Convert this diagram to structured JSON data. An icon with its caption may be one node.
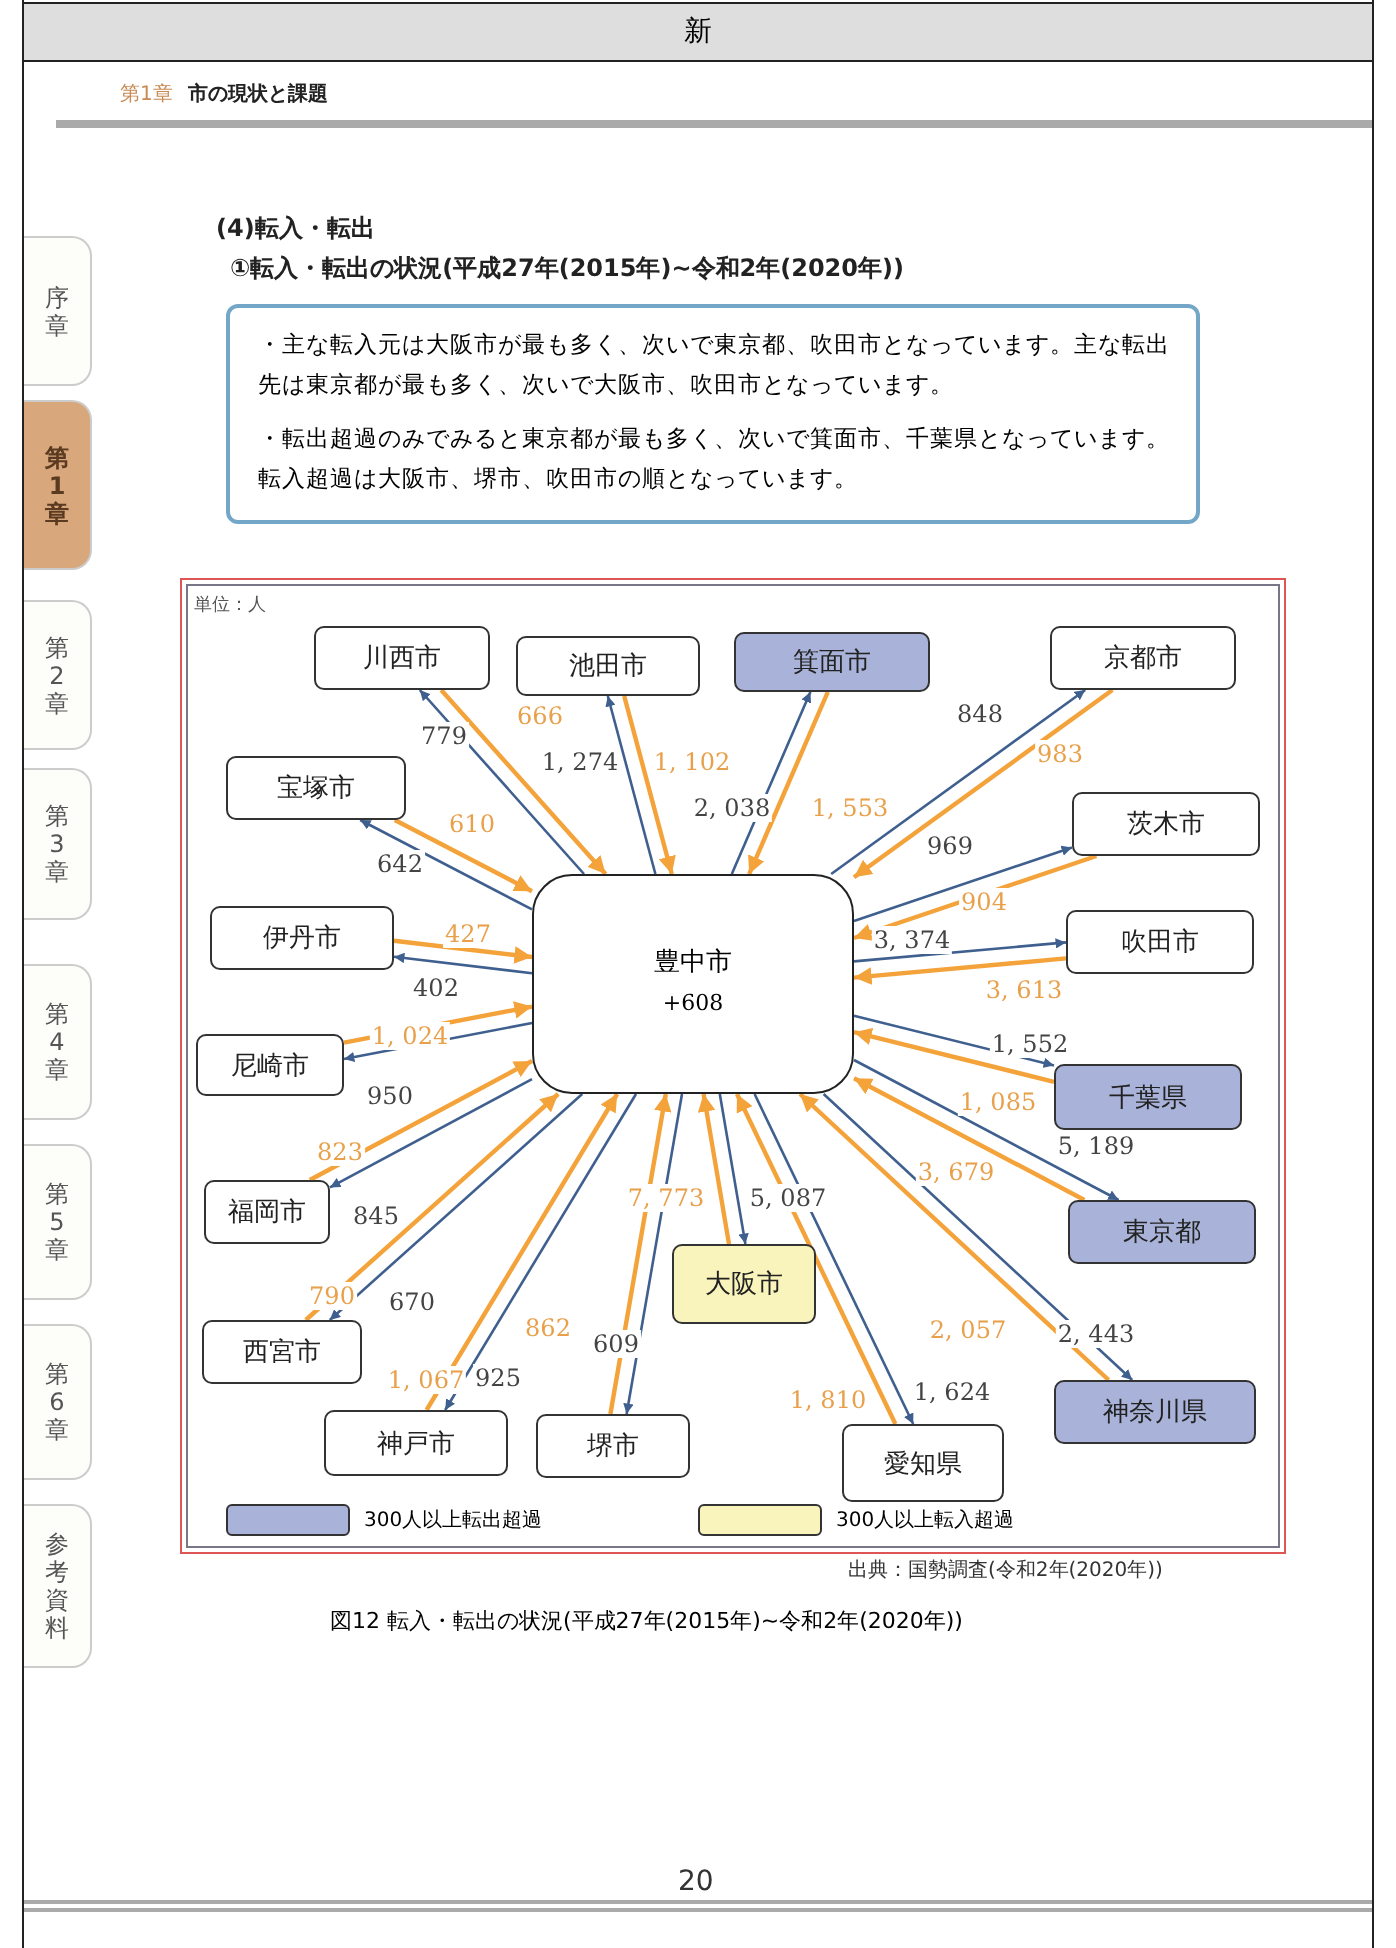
{
  "diagram": {
    "caption": "図12 転入・転出の状況(平成27年(2015年)~令和2年(2020年))",
    "nodes": [
      {
        "text": [
          "新"
        ]
      },
      {
        "text": [
          "序章"
        ]
      },
      {
        "text": [
          "第1章"
        ]
      },
      {
        "text": [
          "第2章"
        ]
      },
      {
        "text": [
          "第3章"
        ]
      },
      {
        "text": [
          "第4章"
        ]
      },
      {
        "text": [
          "第5章"
        ]
      },
      {
        "text": [
          "第6章"
        ]
      },
      {
        "text": [
          "参考資料"
        ]
      },
      {
        "text": [
          "・主な転入元は大阪市が最も多く、次いで東京都、吹田市となっています。主な転出先は東京都が最も多く、次いで大阪市、吹田市となっています。",
          "・転出超過のみでみると東京都が最も多く、次いで箕面市、千葉県となっています。転入超過は大阪市、堺市、吹田市の順となっています。"
        ]
      },
      {
        "text": [
          "豊中市",
          "+608"
        ]
      },
      {
        "text": [
          "川西市"
        ]
      },
      {
        "text": [
          "池田市"
        ]
      },
      {
        "text": [
          "箕面市"
        ]
      },
      {
        "text": [
          "京都市"
        ]
      },
      {
        "text": [
          "宝塚市"
        ]
      },
      {
        "text": [
          "茨木市"
        ]
      },
      {
        "text": [
          "伊丹市"
        ]
      },
      {
        "text": [
          "吹田市"
        ]
      },
      {
        "text": [
          "尼崎市"
        ]
      },
      {
        "text": [
          "千葉県"
        ]
      },
      {
        "text": [
          "福岡市"
        ]
      },
      {
        "text": [
          "東京都"
        ]
      },
      {
        "text": [
          "大阪市"
        ]
      },
      {
        "text": [
          "西宮市"
        ]
      },
      {
        "text": [
          "神戸市"
        ]
      },
      {
        "text": [
          "堺市"
        ]
      },
      {
        "text": [
          "愛知県"
        ]
      },
      {
        "text": [
          "神奈川県"
        ]
      }
    ],
    "edges": [
      {
        "from": 10,
        "to": 11,
        "arrow": "to",
        "label": "779",
        "color": "#3f5f8f"
      },
      {
        "from": 11,
        "to": 10,
        "arrow": "to",
        "label": "666",
        "color": "#f4a23a"
      },
      {
        "from": 10,
        "to": 12,
        "arrow": "to",
        "label": "1, 274",
        "color": "#3f5f8f"
      },
      {
        "from": 12,
        "to": 10,
        "arrow": "to",
        "label": "1, 102",
        "color": "#f4a23a"
      },
      {
        "from": 10,
        "to": 13,
        "arrow": "to",
        "label": "2, 038",
        "color": "#3f5f8f"
      },
      {
        "from": 13,
        "to": 10,
        "arrow": "to",
        "label": "1, 553",
        "color": "#f4a23a"
      },
      {
        "from": 10,
        "to": 14,
        "arrow": "to",
        "label": "848",
        "color": "#3f5f8f"
      },
      {
        "from": 14,
        "to": 10,
        "arrow": "to",
        "label": "983",
        "color": "#f4a23a"
      },
      {
        "from": 10,
        "to": 15,
        "arrow": "to",
        "label": "642",
        "color": "#3f5f8f"
      },
      {
        "from": 15,
        "to": 10,
        "arrow": "to",
        "label": "610",
        "color": "#f4a23a"
      },
      {
        "from": 10,
        "to": 16,
        "arrow": "to",
        "label": "969",
        "color": "#3f5f8f"
      },
      {
        "from": 16,
        "to": 10,
        "arrow": "to",
        "label": "904",
        "color": "#f4a23a"
      },
      {
        "from": 10,
        "to": 17,
        "arrow": "to",
        "label": "402",
        "color": "#3f5f8f"
      },
      {
        "from": 17,
        "to": 10,
        "arrow": "to",
        "label": "427",
        "color": "#f4a23a"
      },
      {
        "from": 10,
        "to": 18,
        "arrow": "to",
        "label": "3, 374",
        "color": "#3f5f8f"
      },
      {
        "from": 18,
        "to": 10,
        "arrow": "to",
        "label": "3, 613",
        "color": "#f4a23a"
      },
      {
        "from": 10,
        "to": 19,
        "arrow": "to",
        "label": "950",
        "color": "#3f5f8f"
      },
      {
        "from": 19,
        "to": 10,
        "arrow": "to",
        "label": "1, 024",
        "color": "#f4a23a"
      },
      {
        "from": 10,
        "to": 20,
        "arrow": "to",
        "label": "1, 552",
        "color": "#3f5f8f"
      },
      {
        "from": 20,
        "to": 10,
        "arrow": "to",
        "label": "1, 085",
        "color": "#f4a23a"
      },
      {
        "from": 10,
        "to": 21,
        "arrow": "to",
        "label": "845",
        "color": "#3f5f8f"
      },
      {
        "from": 21,
        "to": 10,
        "arrow": "to",
        "label": "823",
        "color": "#f4a23a"
      },
      {
        "from": 10,
        "to": 22,
        "arrow": "to",
        "label": "5, 189",
        "color": "#3f5f8f"
      },
      {
        "from": 22,
        "to": 10,
        "arrow": "to",
        "label": "3, 679",
        "color": "#f4a23a"
      },
      {
        "from": 10,
        "to": 23,
        "arrow": "to",
        "label": "5, 087",
        "color": "#3f5f8f"
      },
      {
        "from": 23,
        "to": 10,
        "arrow": "to",
        "label": "7, 773",
        "color": "#f4a23a"
      },
      {
        "from": 10,
        "to": 24,
        "arrow": "to",
        "label": "670",
        "color": "#3f5f8f"
      },
      {
        "from": 24,
        "to": 10,
        "arrow": "to",
        "label": "790",
        "color": "#f4a23a"
      },
      {
        "from": 10,
        "to": 25,
        "arrow": "to",
        "label": "925",
        "color": "#3f5f8f"
      },
      {
        "from": 25,
        "to": 10,
        "arrow": "to",
        "label": "1, 067",
        "color": "#f4a23a"
      },
      {
        "from": 10,
        "to": 26,
        "arrow": "to",
        "label": "609",
        "color": "#3f5f8f"
      },
      {
        "from": 26,
        "to": 10,
        "arrow": "to",
        "label": "862",
        "color": "#f4a23a"
      },
      {
        "from": 10,
        "to": 27,
        "arrow": "to",
        "label": "1, 624",
        "color": "#3f5f8f"
      },
      {
        "from": 27,
        "to": 10,
        "arrow": "to",
        "label": "1, 810",
        "color": "#f4a23a"
      },
      {
        "from": 10,
        "to": 28,
        "arrow": "to",
        "label": "2, 443",
        "color": "#3f5f8f"
      },
      {
        "from": 28,
        "to": 10,
        "arrow": "to",
        "label": "2, 057",
        "color": "#f4a23a"
      }
    ],
    "labels": [
      "第1章",
      "市の現状と課題",
      "(4)転入・転出",
      "①転入・転出の状況(平成27年(2015年)~令和2年(2020年))",
      "単位：人",
      "出典：国勢調査(令和2年(2020年))",
      "20"
    ],
    "legend": [
      {
        "text": "300人以上転出超過",
        "color": "#a9b3d9"
      },
      {
        "text": "300人以上転入超過",
        "color": "#f8f4bc"
      }
    ]
  }
}
